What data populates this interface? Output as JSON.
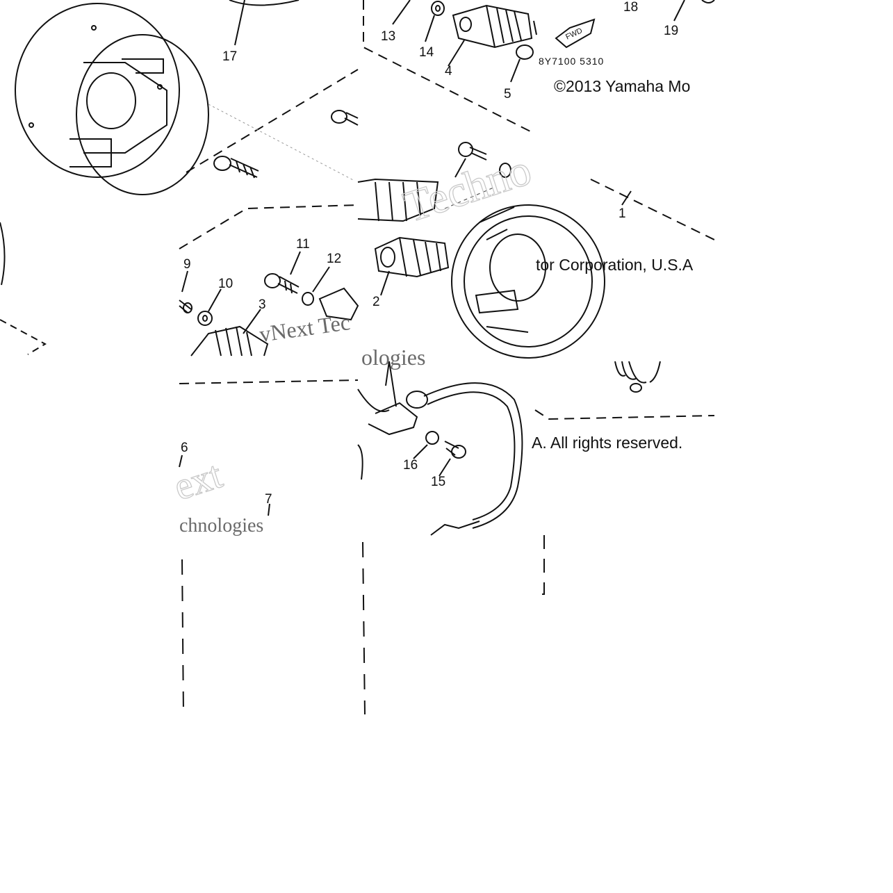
{
  "diagram": {
    "copyright_top": "©2013 Yamaha Mo",
    "copyright_mid": "tor Corporation, U.S.A",
    "copyright_bottom": "A. All rights reserved.",
    "part_code": "8Y7100 5310",
    "fwd_label": "FWD",
    "watermarks": [
      "Techno",
      "vNext Tec",
      "ologies",
      "ext",
      "chnologies"
    ],
    "callouts": [
      "1",
      "2",
      "3",
      "4",
      "5",
      "6",
      "7",
      "9",
      "10",
      "11",
      "12",
      "13",
      "14",
      "15",
      "16",
      "17",
      "18",
      "19"
    ]
  }
}
